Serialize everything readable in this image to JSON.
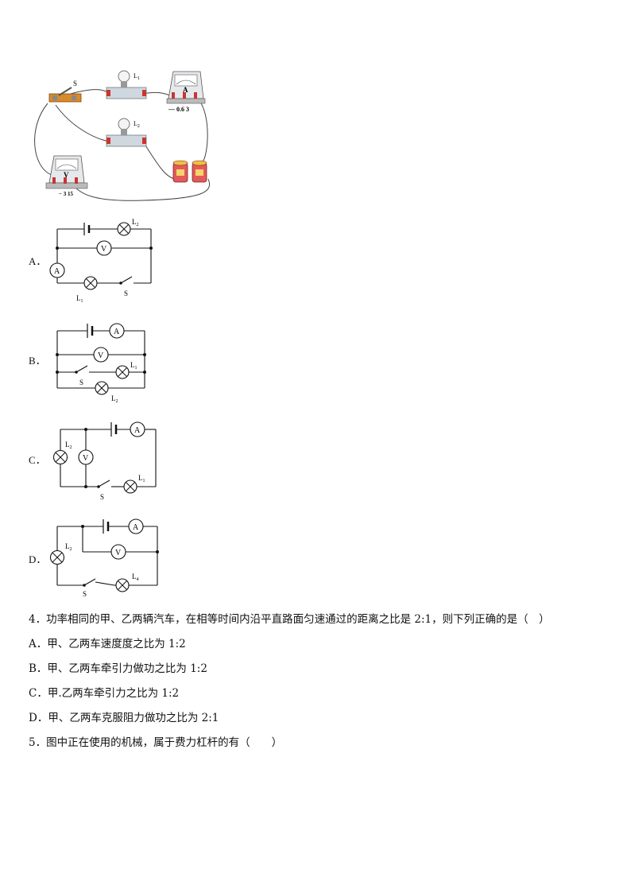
{
  "photo": {
    "switch_label": "S",
    "lamp1_label": "L",
    "lamp1_sub": "1",
    "lamp2_label": "L",
    "lamp2_sub": "2",
    "ammeter_letter": "A",
    "ammeter_terminals": "—  0.6 3",
    "voltmeter_letter": "V",
    "voltmeter_terminals": "− 3 15"
  },
  "options": [
    {
      "letter": "A．",
      "meter_a": "A",
      "meter_v": "V",
      "l1": "L",
      "l1_sub": "1",
      "l2": "L",
      "l2_sub": "2",
      "switch": "S"
    },
    {
      "letter": "B．",
      "meter_a": "A",
      "meter_v": "V",
      "l1": "L",
      "l1_sub": "1",
      "l2": "L",
      "l2_sub": "2",
      "switch": "S"
    },
    {
      "letter": "C．",
      "meter_a": "A",
      "meter_v": "V",
      "l1": "L",
      "l1_sub": "1",
      "l2": "L",
      "l2_sub": "2",
      "switch": "S"
    },
    {
      "letter": "D．",
      "meter_a": "A",
      "meter_v": "V",
      "l1": "L",
      "l1_sub": "4",
      "l2": "L",
      "l2_sub": "2",
      "switch": "S"
    }
  ],
  "q4": {
    "stem": "4．功率相同的甲、乙两辆汽车，在相等时间内沿平直路面匀速通过的距离之比是 2:1，则下列正确的是（　）",
    "a": "A．甲、乙两车速度度之比为 1:2",
    "b": "B．甲、乙两车牵引力做功之比为 1:2",
    "c": "C．甲.乙两车牵引力之比为 1:2",
    "d": "D．甲、乙两车克服阻力做功之比为 2:1"
  },
  "q5": {
    "stem": "5．图中正在使用的机械，属于费力杠杆的有（　　）"
  }
}
